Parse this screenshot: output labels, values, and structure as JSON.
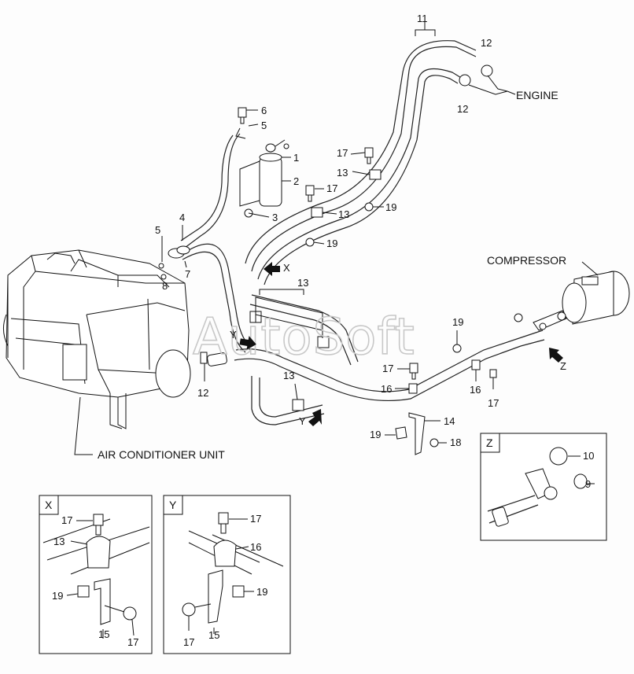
{
  "labels": {
    "engine": "ENGINE",
    "compressor": "COMPRESSOR",
    "ac_unit": "AIR CONDITIONER UNIT",
    "watermark": "AutoSoft"
  },
  "callouts": {
    "n1": "1",
    "n2": "2",
    "n3": "3",
    "n4": "4",
    "n5a": "5",
    "n5b": "5",
    "n6": "6",
    "n7": "7",
    "n8": "8",
    "n9": "9",
    "n10": "10",
    "n11": "11",
    "n12a": "12",
    "n12b": "12",
    "n12c": "12",
    "n13a": "13",
    "n13b": "13",
    "n13c": "13",
    "n13d": "13",
    "n14": "14",
    "n15x": "15",
    "n15y": "15",
    "n16a": "16",
    "n16b": "16",
    "n16y": "16",
    "n17a": "17",
    "n17b": "17",
    "n17c": "17",
    "n17d": "17",
    "n17x1": "17",
    "n17x2": "17",
    "n17y1": "17",
    "n17y2": "17",
    "n18": "18",
    "n19a": "19",
    "n19b": "19",
    "n19c": "19",
    "n19d": "19",
    "n19x": "19",
    "n19y": "19",
    "n13x": "13"
  },
  "views": {
    "x": "X",
    "y": "Y",
    "z": "Z",
    "arrow_x": "X",
    "arrow_y1": "Y",
    "arrow_y2": "Y",
    "arrow_z": "Z"
  }
}
